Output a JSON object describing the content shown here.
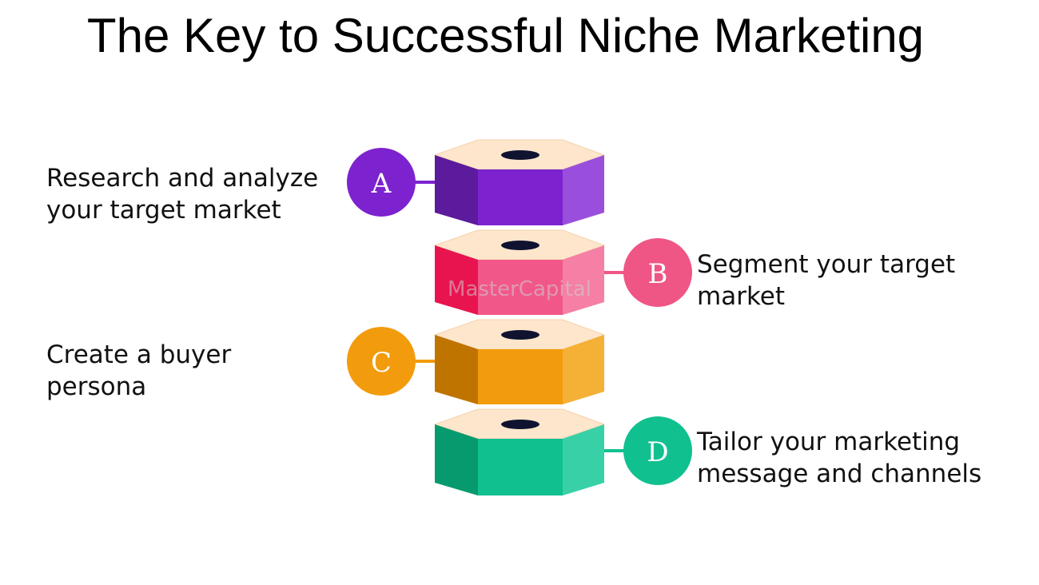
{
  "title": "The Key to Successful Niche Marketing",
  "watermark": "MasterCapital",
  "steps": [
    {
      "letter": "A",
      "label": "Research and analyze\nyour target market",
      "color": "#7d22cf",
      "side": "left"
    },
    {
      "letter": "B",
      "label": "Segment your target\nmarket",
      "color": "#ef5585",
      "side": "right"
    },
    {
      "letter": "C",
      "label": "Create a buyer\npersona",
      "color": "#f29b0c",
      "side": "left"
    },
    {
      "letter": "D",
      "label": "Tailor your marketing\nmessage and channels",
      "color": "#11c08f",
      "side": "right"
    }
  ]
}
